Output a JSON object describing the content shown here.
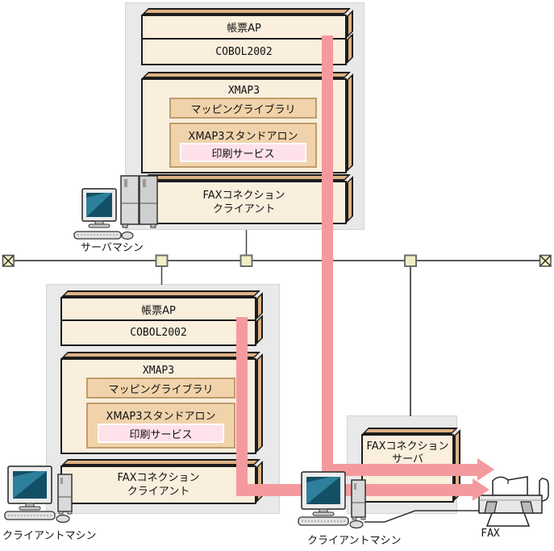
{
  "colors": {
    "panel": "#e9e9e9",
    "panel-border": "#d4d4d4",
    "face": "#faeedd",
    "side": "#dcb285",
    "edge": "#1c1c1c",
    "inner-fill": "#f0d3ab",
    "inner-border": "#bf9c6b",
    "print-fill": "#ffe1e9",
    "print-border": "#ffffff",
    "arrow": "#f49a9e",
    "connector-fill": "#f0efc4",
    "connector-border": "#6e6e6e",
    "bus-line": "#222222",
    "screen-dark": "#135066",
    "screen-light": "#2e7f9b",
    "device-gray": "#e7e7e7"
  },
  "server_machine": {
    "label": "サーバマシン",
    "stack": {
      "ap": "帳票AP",
      "runtime": "COBOL2002",
      "xmap3": "XMAP3",
      "mapping_library": "マッピングライブラリ",
      "standalone": "XMAP3スタンドアロン",
      "print_service": "印刷サービス",
      "fax_client": [
        "FAXコネクション",
        "クライアント"
      ]
    }
  },
  "client_machine_left": {
    "label": "クライアントマシン",
    "stack": {
      "ap": "帳票AP",
      "runtime": "COBOL2002",
      "xmap3": "XMAP3",
      "mapping_library": "マッピングライブラリ",
      "standalone": "XMAP3スタンドアロン",
      "print_service": "印刷サービス",
      "fax_client": [
        "FAXコネクション",
        "クライアント"
      ]
    }
  },
  "client_machine_center": {
    "label": "クライアントマシン"
  },
  "fax_connection_server": {
    "line1": "FAXコネクション",
    "line2": "サーバ"
  },
  "fax_device": {
    "label": "FAX"
  }
}
